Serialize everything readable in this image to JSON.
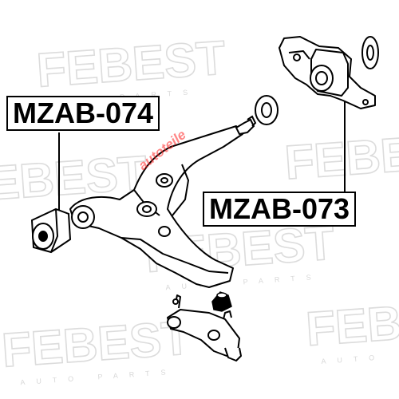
{
  "watermark": {
    "brand": "FEBEST",
    "sub": "AUTO PARTS"
  },
  "labels": {
    "front_bushing": "MZAB-074",
    "rear_bushing": "MZAB-073"
  },
  "stamp": {
    "text": "autoteile"
  },
  "colors": {
    "line": "#000000",
    "watermark": "#dcdcdc",
    "stamp": "#ff2222"
  }
}
